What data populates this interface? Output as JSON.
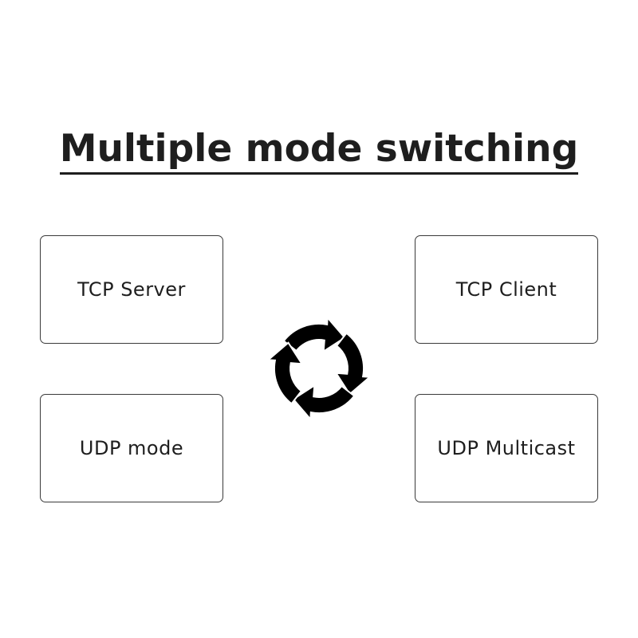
{
  "title": "Multiple mode switching",
  "modes": {
    "top_left": "TCP Server",
    "top_right": "TCP Client",
    "bottom_left": "UDP mode",
    "bottom_right": "UDP Multicast"
  },
  "icons": {
    "center": "cycle-arrows-icon"
  },
  "colors": {
    "text": "#1e1e1e",
    "border": "#3a3a3a",
    "icon": "#000000",
    "background": "#ffffff"
  }
}
